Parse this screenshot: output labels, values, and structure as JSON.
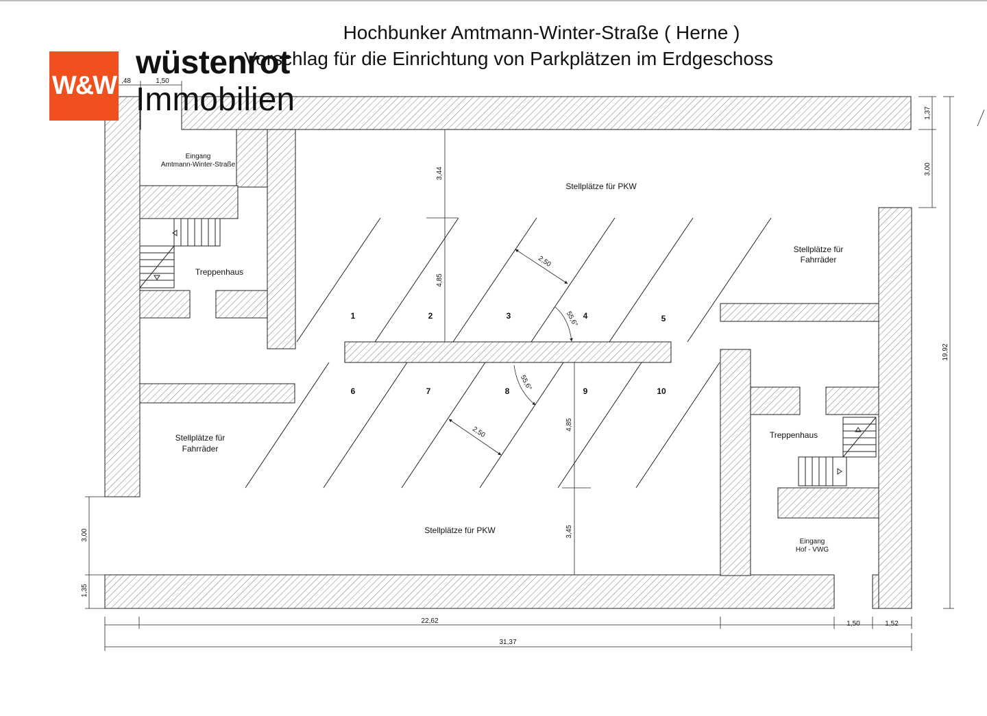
{
  "title": {
    "line1": "Hochbunker Amtmann-Winter-Straße ( Herne )",
    "line2": "Vorschlag für die Einrichtung von Parkplätzen im Erdgeschoss"
  },
  "logo": {
    "mark": "W&W",
    "word1": "wüstenrot",
    "word2": "Immobilien",
    "color": "#f0501e"
  },
  "rooms": {
    "entrance_top_line1": "Eingang",
    "entrance_top_line2": "Amtmann-Winter-Straße",
    "stairs_left": "Treppenhaus",
    "stairs_right": "Treppenhaus",
    "bikes_left_line1": "Stellplätze für",
    "bikes_left_line2": "Fahrräder",
    "bikes_right_line1": "Stellplätze für",
    "bikes_right_line2": "Fahrräder",
    "cars_top": "Stellplätze für PKW",
    "cars_bottom": "Stellplätze für PKW",
    "entrance_bottom_line1": "Eingang",
    "entrance_bottom_line2": "Hof - VWG"
  },
  "parking_numbers": [
    "1",
    "2",
    "3",
    "4",
    "5",
    "6",
    "7",
    "8",
    "9",
    "10"
  ],
  "dimensions": {
    "top_048": ",48",
    "top_150": "1,50",
    "right_137": "1,37",
    "right_300": "3,00",
    "right_1992": "19,92",
    "left_300": "3,00",
    "left_135": "1,35",
    "v_344": "3,44",
    "v_485_top": "4,85",
    "v_485_bottom": "4,85",
    "v_345": "3,45",
    "stall_width_top": "2,50",
    "stall_width_bottom": "2,50",
    "angle_top": "55,6°",
    "angle_bottom": "55,6°",
    "bottom_2262": "22,62",
    "bottom_150": "1,50",
    "bottom_152": "1,52",
    "bottom_3137": "31,37"
  }
}
